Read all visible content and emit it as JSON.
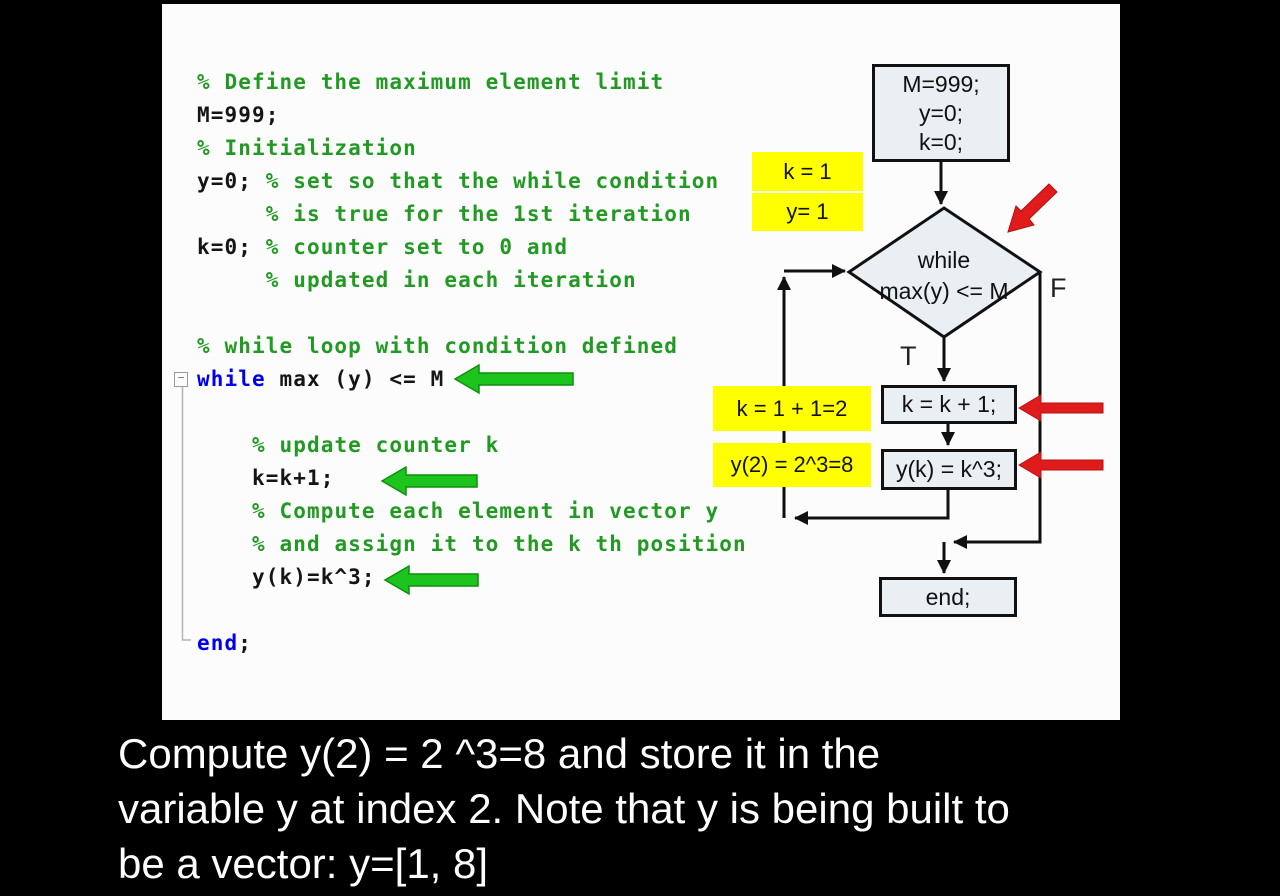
{
  "slide": {
    "code": {
      "fold_marker": "−",
      "lines": [
        [
          [
            "m",
            "% Define the maximum element limit"
          ]
        ],
        [
          [
            "t",
            "M=999;"
          ]
        ],
        [
          [
            "m",
            "% Initialization"
          ]
        ],
        [
          [
            "t",
            "y=0; "
          ],
          [
            "m",
            "% set so that the while condition"
          ]
        ],
        [
          [
            "t",
            "     "
          ],
          [
            "m",
            "% is true for the 1st iteration"
          ]
        ],
        [
          [
            "t",
            "k=0; "
          ],
          [
            "m",
            "% counter set to 0 and"
          ]
        ],
        [
          [
            "t",
            "     "
          ],
          [
            "m",
            "% updated in each iteration"
          ]
        ],
        [],
        [
          [
            "m",
            "% while loop with condition defined"
          ]
        ],
        [
          [
            "k",
            "while"
          ],
          [
            "t",
            " max (y) <= M"
          ]
        ],
        [],
        [
          [
            "t",
            "    "
          ],
          [
            "m",
            "% update counter k"
          ]
        ],
        [
          [
            "t",
            "    k=k+1;"
          ]
        ],
        [
          [
            "t",
            "    "
          ],
          [
            "m",
            "% Compute each element in vector y"
          ]
        ],
        [
          [
            "t",
            "    "
          ],
          [
            "m",
            "% and assign it to the k th position"
          ]
        ],
        [
          [
            "t",
            "    y(k)=k^3;"
          ]
        ],
        [],
        [
          [
            "k",
            "end"
          ],
          [
            "t",
            ";"
          ]
        ]
      ]
    },
    "flowchart": {
      "start_box": {
        "lines": [
          "M=999;",
          "y=0;",
          "k=0;"
        ]
      },
      "decision": {
        "line1": "while",
        "line2": "max(y) <= M"
      },
      "labels": {
        "true": "T",
        "false": "F"
      },
      "k_box": "k = k + 1;",
      "y_box": "y(k) = k^3;",
      "end_box": "end;",
      "callouts": {
        "k_init": "k = 1",
        "y_init": "y= 1",
        "k_step": "k = 1 + 1=2",
        "y_step": "y(2) = 2^3=8"
      }
    },
    "caption": {
      "lines": [
        "Compute y(2) = 2 ^3=8 and store it in the",
        "variable y at index 2.  Note that y is being built to",
        "be a vector: y=[1, 8]"
      ]
    },
    "colors": {
      "comment_green": "#229922",
      "keyword_blue": "#0000ee",
      "code_black": "#151515",
      "node_fill": "#e9eff2",
      "highlight_yellow": "#ffff00",
      "annotation_red": "#e01b1b",
      "annotation_green": "#1ec41e",
      "caption_white": "#ffffff"
    }
  }
}
